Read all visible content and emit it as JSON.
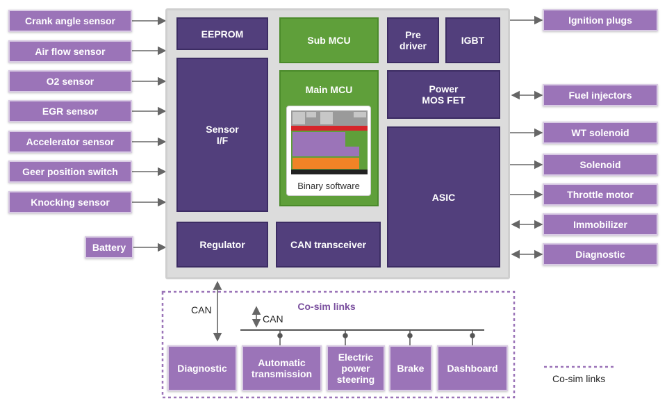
{
  "sensors": [
    "Crank angle sensor",
    "Air flow sensor",
    "O2 sensor",
    "EGR sensor",
    "Accelerator sensor",
    "Geer position switch",
    "Knocking sensor"
  ],
  "battery": "Battery",
  "outputs": [
    "Ignition plugs",
    "Fuel injectors",
    "WT solenoid",
    "Solenoid",
    "Throttle motor",
    "Immobilizer",
    "Diagnostic"
  ],
  "ecu": {
    "eeprom": "EEPROM",
    "sensor_if": "Sensor\nI/F",
    "sub_mcu": "Sub MCU",
    "main_mcu": "Main MCU",
    "binary_software": "Binary software",
    "pre_driver": "Pre\ndriver",
    "igbt": "IGBT",
    "power_mos_fet": "Power\nMOS FET",
    "asic": "ASIC",
    "regulator": "Regulator",
    "can_transceiver": "CAN transceiver"
  },
  "network": {
    "title": "Co-sim links",
    "can_left": "CAN",
    "can_bus": "CAN",
    "nodes": [
      "Diagnostic",
      "Automatic\ntransmission",
      "Electric\npower\nsteering",
      "Brake",
      "Dashboard"
    ]
  },
  "legend": "Co-sim links",
  "colors": {
    "external": "#9b74b8",
    "block": "#523f7c",
    "mcu": "#5f9f3a",
    "cosim_border": "#9b74b8"
  }
}
